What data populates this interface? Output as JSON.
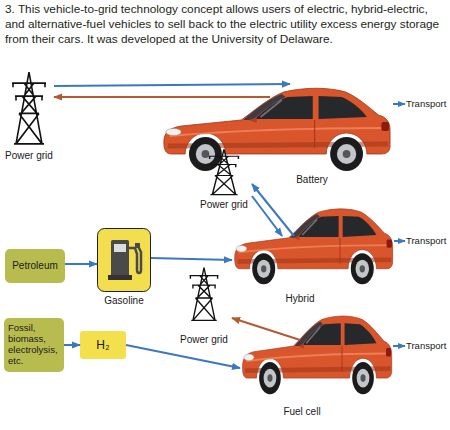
{
  "diagram": {
    "caption": "3. This vehicle-to-grid technology concept allows users of electric, hybrid-electric, and alternative-fuel vehicles to sell back to the electric utility excess energy storage from their cars. It was developed at the University of Delaware.",
    "nodes": [
      {
        "text": [
          "Power grid"
        ]
      },
      {
        "text": [
          "Battery"
        ]
      },
      {
        "text": [
          "Power grid"
        ]
      },
      {
        "text": [
          "Petroleum"
        ]
      },
      {
        "text": [
          "Gasoline"
        ]
      },
      {
        "text": [
          "Hybrid"
        ]
      },
      {
        "text": [
          "Power grid"
        ]
      },
      {
        "text": [
          "Fossil, biomass, electrolysis, etc."
        ]
      },
      {
        "text": [
          "H₂"
        ]
      },
      {
        "text": [
          "Fuel cell"
        ]
      }
    ],
    "edges": [
      {
        "from": 0,
        "to": 1,
        "arrow": "to"
      },
      {
        "from": 1,
        "to": 0,
        "arrow": "to"
      },
      {
        "from": 2,
        "to": 5,
        "arrow": "to"
      },
      {
        "from": 5,
        "to": 2,
        "arrow": "to"
      },
      {
        "from": 3,
        "to": 4,
        "arrow": "to"
      },
      {
        "from": 4,
        "to": 5,
        "arrow": "to"
      },
      {
        "from": 9,
        "to": 6,
        "arrow": "to"
      },
      {
        "from": 7,
        "to": 8,
        "arrow": "to"
      },
      {
        "from": 8,
        "to": 9,
        "arrow": "to"
      }
    ],
    "labels": [
      "Transport",
      "Transport",
      "Transport"
    ]
  }
}
